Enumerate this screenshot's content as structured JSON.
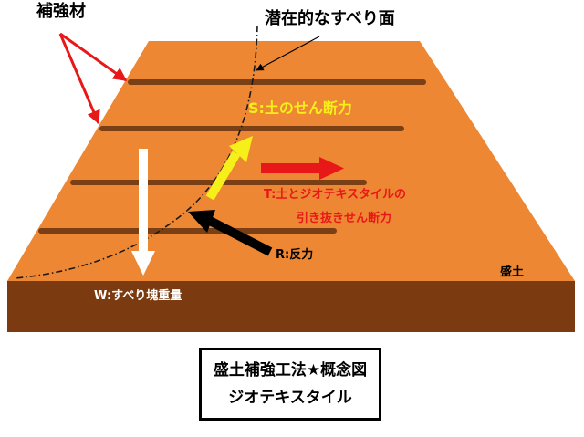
{
  "labels": {
    "reinforcement": "補強材",
    "slip_surface": "潜在的なすべり面",
    "shear_s": "S:土のせん断力",
    "tension_line1": "T:土とジオテキスタイルの",
    "tension_line2": "引き抜きせん断力",
    "reaction": "R:反力",
    "fill": "盛土",
    "weight": "W:すべり塊重量"
  },
  "caption": {
    "line1": "盛土補強工法★概念図",
    "line2": "ジオテキスタイル"
  },
  "colors": {
    "embankment_top": "#ed8733",
    "embankment_front": "#7b3a0f",
    "reinforcement": "#7a3f14",
    "shear_arrow": "#f6ef1a",
    "tension_arrow": "#e81818",
    "reaction_arrow": "#000000",
    "weight_arrow": "#ffffff",
    "pointer_arrows": "#e81818"
  }
}
